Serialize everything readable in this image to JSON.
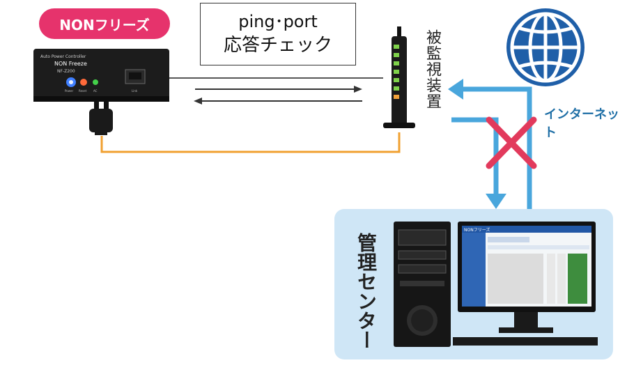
{
  "device": {
    "badge": "NONフリーズ",
    "brand_line": "Auto Power Controller",
    "model_name": "NON Freeze",
    "model_code": "NF-Z200",
    "led_labels": [
      "Power",
      "Reset",
      "AC"
    ],
    "port_label": "Link"
  },
  "ping_box": {
    "line1": "ping･port",
    "line2": "応答チェック"
  },
  "monitored_device_label": "被監視装置",
  "internet_label": "インターネット",
  "management_center_label": "管理センター",
  "screen": {
    "app_title": "NONフリーズ"
  },
  "colors": {
    "badge": "#e6336c",
    "arrow_blue": "#49a6dc",
    "cross_red": "#e23a5c",
    "cable_orange": "#f0a030",
    "center_bg": "#cfe6f6",
    "globe": "#1f5fa8"
  }
}
